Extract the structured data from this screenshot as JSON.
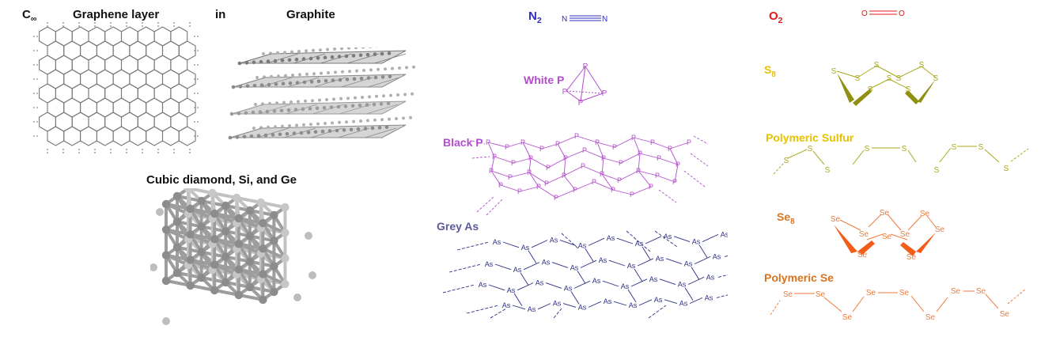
{
  "labels": {
    "c_inf": "C",
    "c_inf_sub": "∞",
    "graphene_layer": "Graphene layer",
    "in": "in",
    "graphite": "Graphite",
    "cubic": "Cubic diamond, Si, and Ge",
    "n2": "N",
    "n2_sub": "2",
    "white_p": "White P",
    "black_p": "Black P",
    "grey_as": "Grey As",
    "o2": "O",
    "o2_sub": "2",
    "s8": "S",
    "s8_sub": "8",
    "poly_s": "Polymeric Sulfur",
    "se8": "Se",
    "se8_sub": "8",
    "poly_se": "Polymeric Se"
  },
  "atoms": {
    "n": "N",
    "o": "O",
    "p": "P",
    "as": "As",
    "s": "S",
    "se": "Se"
  },
  "colors": {
    "nitrogen": "#2c2cc0",
    "oxygen": "#e01a1a",
    "phosphorus": "#b44ccf",
    "arsenic": "#2c2e86",
    "sulfur": "#a8a81e",
    "sulfur_label": "#e6c200",
    "selenium": "#ef7a3c",
    "selenium_label": "#d9731c",
    "carbon": "#777777"
  },
  "icons": [
    "graphene-sheet",
    "graphite-stack",
    "diamond-lattice",
    "n2-molecule",
    "white-p-tetrahedron",
    "black-p-layers",
    "grey-as-layers",
    "o2-molecule",
    "s8-ring",
    "s-chain",
    "se8-ring",
    "se-chain"
  ]
}
